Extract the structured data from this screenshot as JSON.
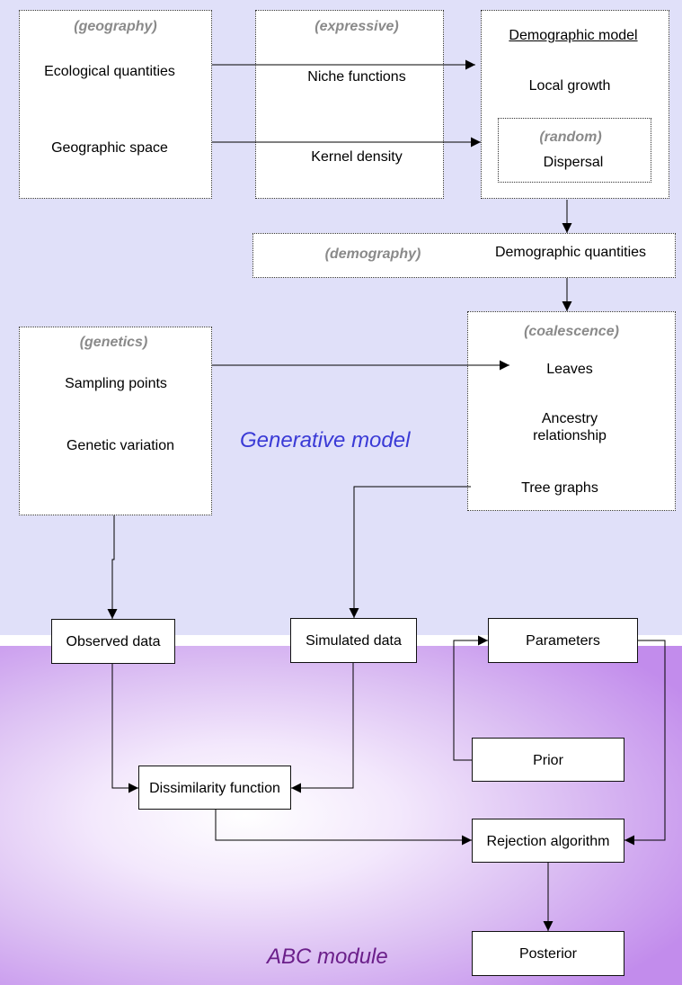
{
  "colors": {
    "generative_panel": "#e0e0f9",
    "abc_panel": "#c28cec",
    "generative_title": "#3a3ad6",
    "abc_title": "#6b1f8a",
    "tag_text": "#8a8a8a"
  },
  "generative": {
    "title": "Generative model",
    "geography": {
      "tag": "(geography)",
      "ecological": "Ecological quantities",
      "space": "Geographic space"
    },
    "expressive": {
      "tag": "(expressive)",
      "niche": "Niche functions",
      "kernel": "Kernel density"
    },
    "demographic_model": {
      "title": "Demographic model",
      "growth": "Local growth",
      "random_tag": "(random)",
      "dispersal": "Dispersal"
    },
    "demography": {
      "tag": "(demography)",
      "quantities": "Demographic quantities"
    },
    "genetics": {
      "tag": "(genetics)",
      "sampling": "Sampling points",
      "variation": "Genetic variation"
    },
    "coalescence": {
      "tag": "(coalescence)",
      "leaves": "Leaves",
      "ancestry_line1": "Ancestry",
      "ancestry_line2": "relationship",
      "trees": "Tree graphs"
    }
  },
  "abc": {
    "title": "ABC module",
    "observed": "Observed data",
    "simulated": "Simulated data",
    "parameters": "Parameters",
    "prior": "Prior",
    "dissimilarity": "Dissimilarity function",
    "rejection": "Rejection algorithm",
    "posterior": "Posterior"
  }
}
